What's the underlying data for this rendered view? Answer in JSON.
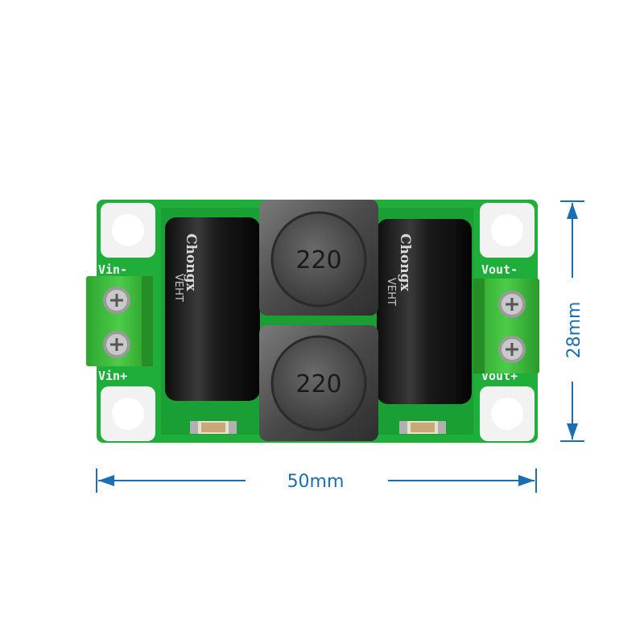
{
  "board": {
    "pcb_color": "#1fae3a",
    "inductor_labels": [
      "220",
      "220"
    ],
    "capacitor_brand": "Chongx",
    "capacitor_series": "VEHT",
    "terminal_color": "#3cbf3a",
    "silkscreen": {
      "vin_minus": "Vin-",
      "vin_plus": "Vin+",
      "vout_minus": "Vout-",
      "vout_plus": "Vout+"
    }
  },
  "dimensions": {
    "width_label": "50mm",
    "height_label": "28mm",
    "arrow_color": "#1a6fb3"
  }
}
